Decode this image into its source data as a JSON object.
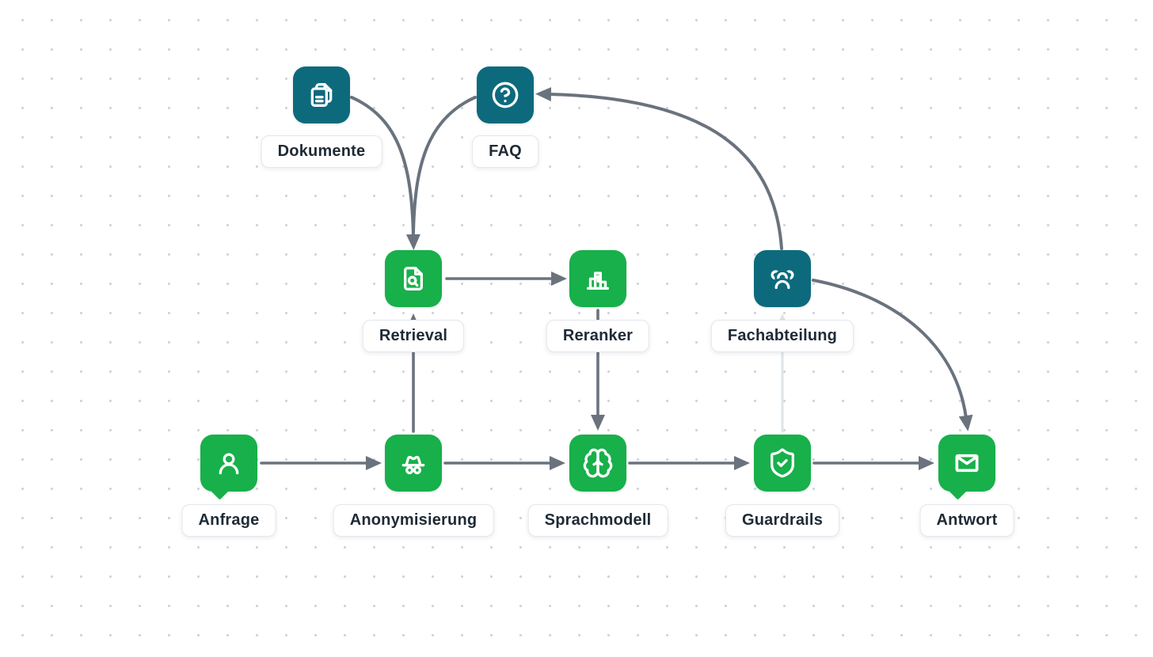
{
  "diagram_title": "RAG-Pipeline Flussdiagramm",
  "palette": {
    "green": "#17b04a",
    "teal": "#0d6a7d",
    "arrow": "#6a737d",
    "arrow_light": "#dfe3e8",
    "label_text": "#1e2a36",
    "dot_grid": "#cbd5de",
    "background": "#ffffff"
  },
  "nodes": [
    {
      "id": "dokumente",
      "label": "Dokumente",
      "icon": "documents-icon",
      "color": "teal"
    },
    {
      "id": "faq",
      "label": "FAQ",
      "icon": "question-circle-icon",
      "color": "teal"
    },
    {
      "id": "retrieval",
      "label": "Retrieval",
      "icon": "file-search-icon",
      "color": "green"
    },
    {
      "id": "reranker",
      "label": "Reranker",
      "icon": "podium-rank1-icon",
      "color": "green"
    },
    {
      "id": "fachabteilung",
      "label": "Fachabteilung",
      "icon": "user-group-icon",
      "color": "teal"
    },
    {
      "id": "anfrage",
      "label": "Anfrage",
      "icon": "user-icon",
      "color": "green"
    },
    {
      "id": "anonymisierung",
      "label": "Anonymisierung",
      "icon": "incognito-icon",
      "color": "green"
    },
    {
      "id": "sprachmodell",
      "label": "Sprachmodell",
      "icon": "brain-icon",
      "color": "green"
    },
    {
      "id": "guardrails",
      "label": "Guardrails",
      "icon": "shield-check-icon",
      "color": "green"
    },
    {
      "id": "antwort",
      "label": "Antwort",
      "icon": "mail-icon",
      "color": "green"
    }
  ],
  "edges": [
    {
      "from": "dokumente",
      "to": "retrieval",
      "style": "solid"
    },
    {
      "from": "faq",
      "to": "retrieval",
      "style": "solid"
    },
    {
      "from": "fachabteilung",
      "to": "faq",
      "style": "solid"
    },
    {
      "from": "fachabteilung",
      "to": "antwort",
      "style": "solid"
    },
    {
      "from": "retrieval",
      "to": "reranker",
      "style": "solid"
    },
    {
      "from": "reranker",
      "to": "sprachmodell",
      "style": "solid"
    },
    {
      "from": "anfrage",
      "to": "anonymisierung",
      "style": "solid"
    },
    {
      "from": "anonymisierung",
      "to": "retrieval",
      "style": "solid"
    },
    {
      "from": "anonymisierung",
      "to": "sprachmodell",
      "style": "solid"
    },
    {
      "from": "sprachmodell",
      "to": "guardrails",
      "style": "solid"
    },
    {
      "from": "guardrails",
      "to": "antwort",
      "style": "solid"
    },
    {
      "from": "guardrails",
      "to": "fachabteilung",
      "style": "light"
    }
  ]
}
